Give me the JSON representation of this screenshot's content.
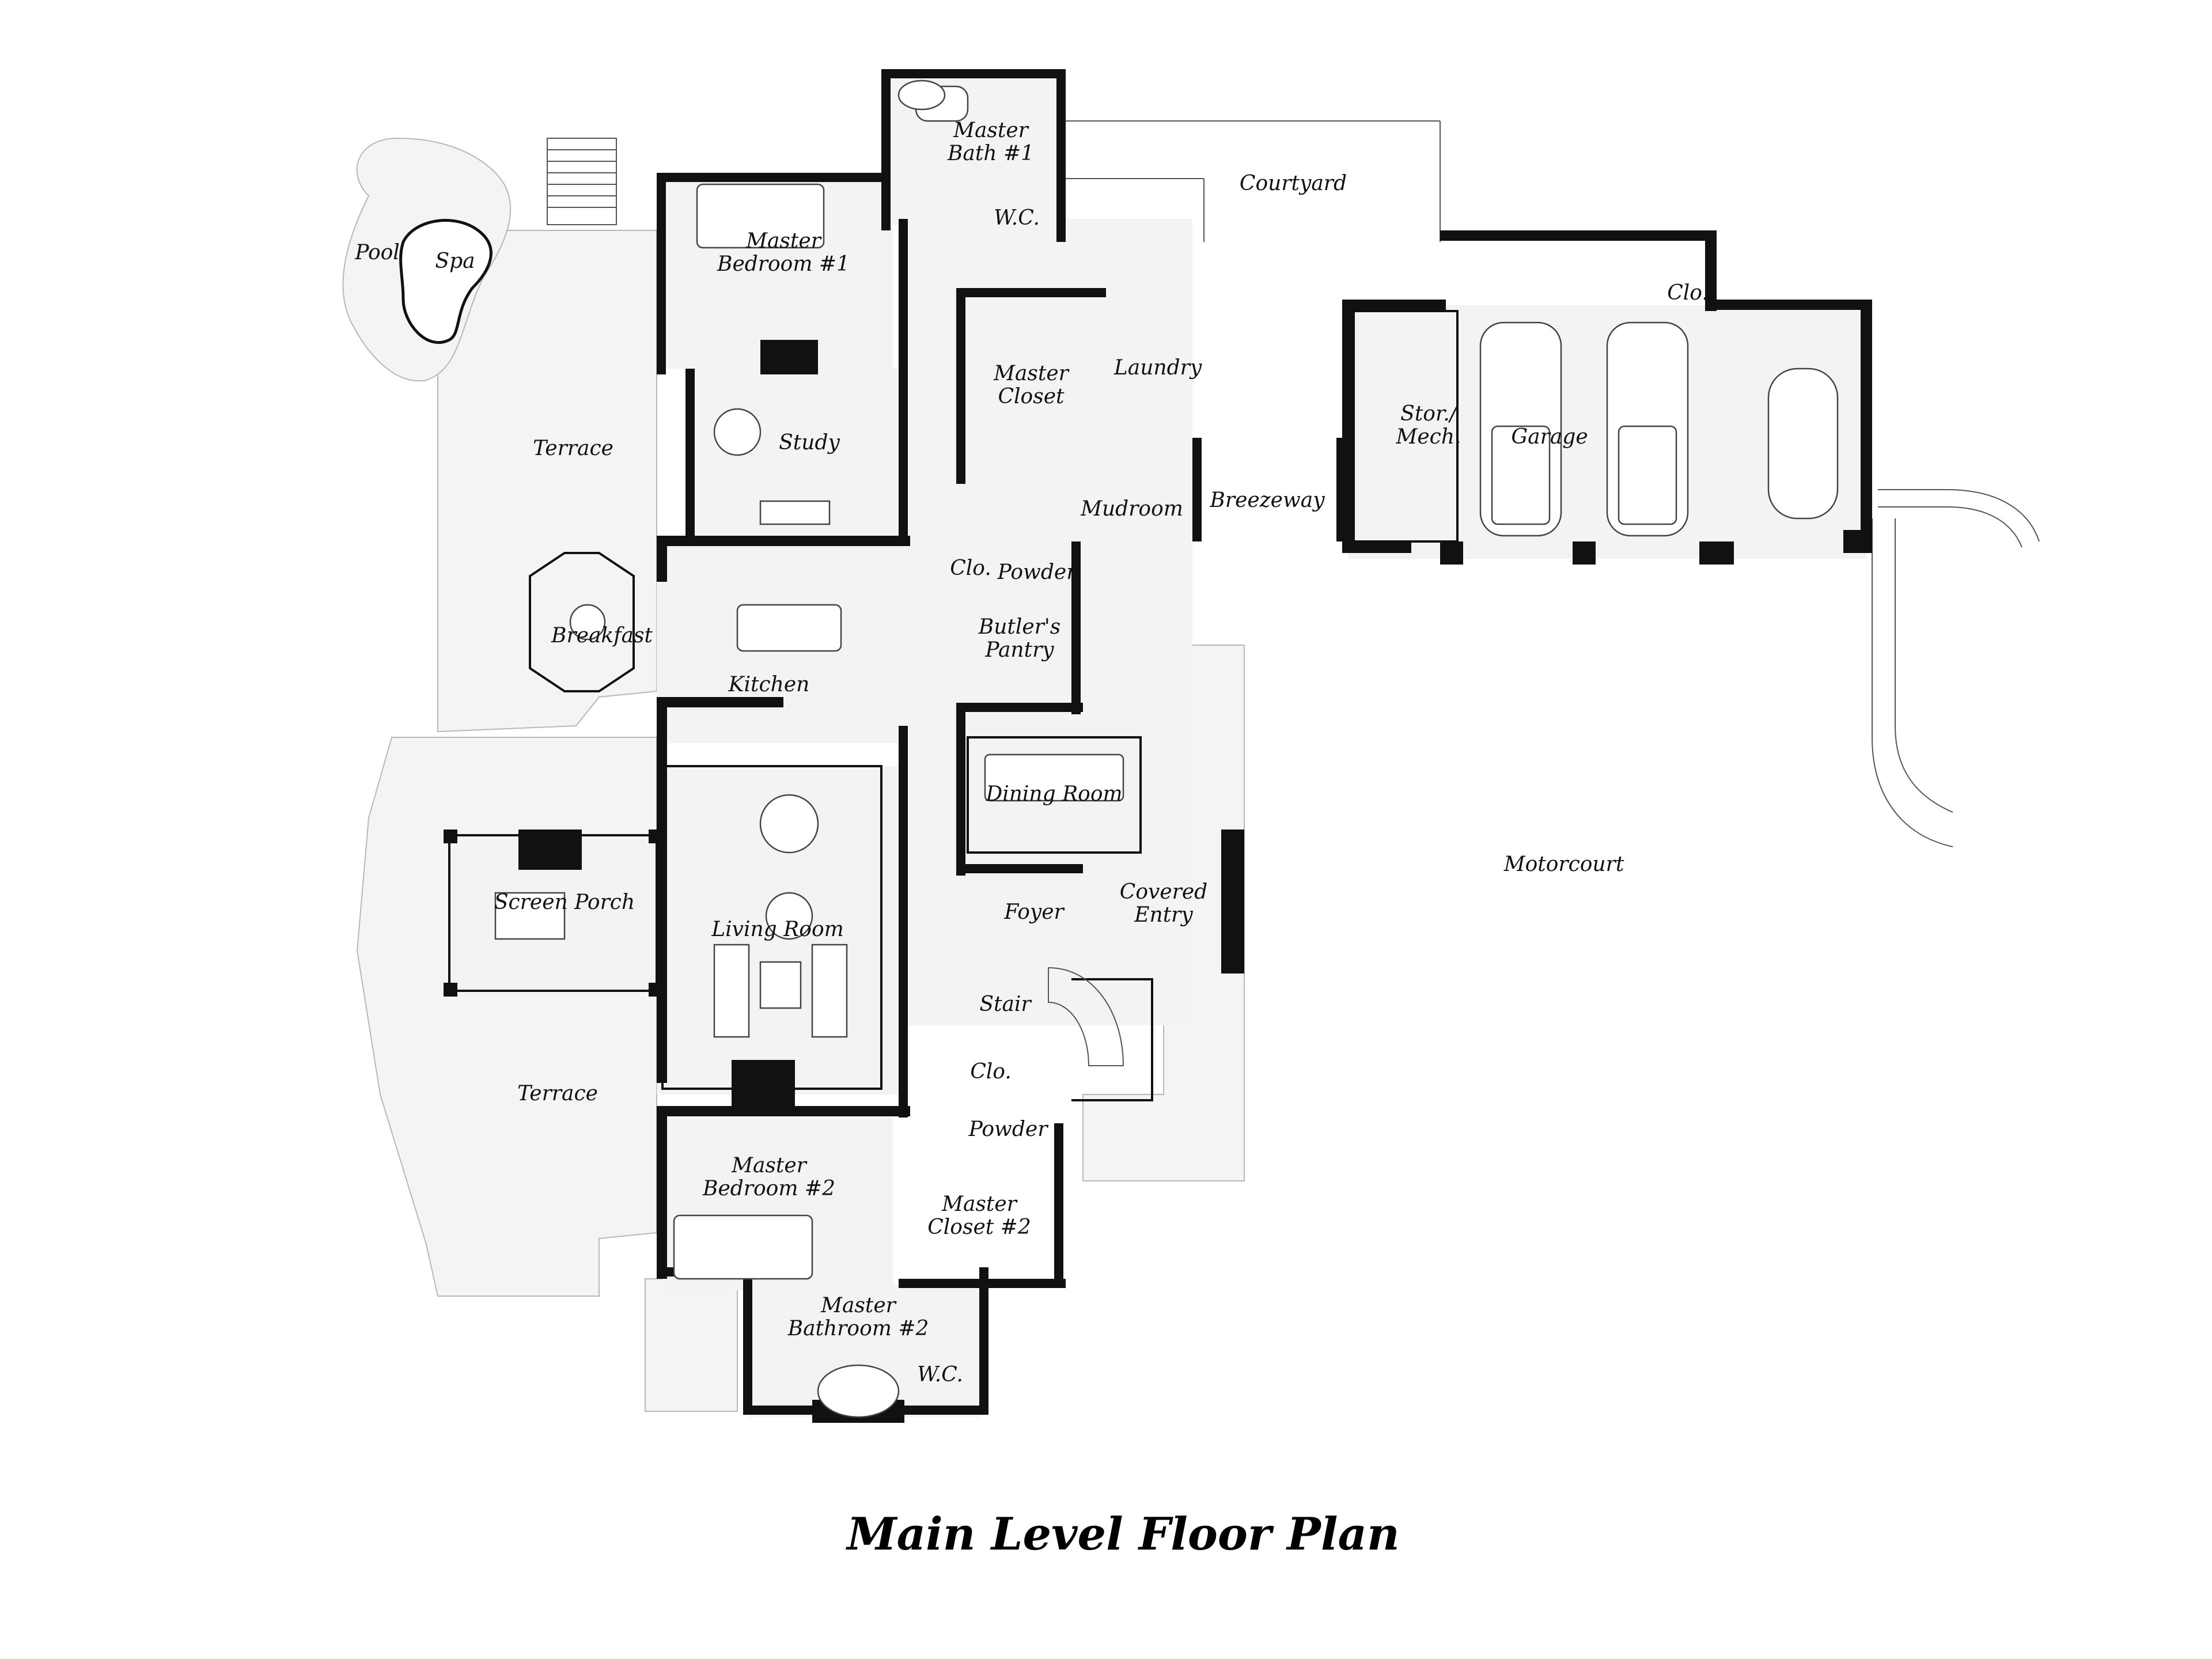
{
  "title": "Main Level Floor Plan",
  "rooms": [
    {
      "id": "master-bath-1",
      "lines": [
        "Master",
        "Bath #1"
      ]
    },
    {
      "id": "wc-1",
      "lines": [
        "W.C."
      ]
    },
    {
      "id": "master-bedroom-1",
      "lines": [
        "Master",
        "Bedroom #1"
      ]
    },
    {
      "id": "master-closet-1",
      "lines": [
        "Master",
        "Closet"
      ]
    },
    {
      "id": "laundry",
      "lines": [
        "Laundry"
      ]
    },
    {
      "id": "study",
      "lines": [
        "Study"
      ]
    },
    {
      "id": "mudroom",
      "lines": [
        "Mudroom"
      ]
    },
    {
      "id": "breezeway",
      "lines": [
        "Breezeway"
      ]
    },
    {
      "id": "stor-mech",
      "lines": [
        "Stor./",
        "Mech."
      ]
    },
    {
      "id": "garage",
      "lines": [
        "Garage"
      ]
    },
    {
      "id": "garage-closet",
      "lines": [
        "Clo."
      ]
    },
    {
      "id": "clo-kitchen",
      "lines": [
        "Clo."
      ]
    },
    {
      "id": "powder-1",
      "lines": [
        "Powder"
      ]
    },
    {
      "id": "breakfast",
      "lines": [
        "Breakfast"
      ]
    },
    {
      "id": "kitchen",
      "lines": [
        "Kitchen"
      ]
    },
    {
      "id": "butlers-pantry",
      "lines": [
        "Butler's",
        "Pantry"
      ]
    },
    {
      "id": "dining-room",
      "lines": [
        "Dining Room"
      ]
    },
    {
      "id": "screen-porch",
      "lines": [
        "Screen Porch"
      ]
    },
    {
      "id": "living-room",
      "lines": [
        "Living Room"
      ]
    },
    {
      "id": "foyer",
      "lines": [
        "Foyer"
      ]
    },
    {
      "id": "covered-entry",
      "lines": [
        "Covered",
        "Entry"
      ]
    },
    {
      "id": "stair",
      "lines": [
        "Stair"
      ]
    },
    {
      "id": "clo-stair",
      "lines": [
        "Clo."
      ]
    },
    {
      "id": "powder-2",
      "lines": [
        "Powder"
      ]
    },
    {
      "id": "master-bedroom-2",
      "lines": [
        "Master",
        "Bedroom #2"
      ]
    },
    {
      "id": "master-closet-2",
      "lines": [
        "Master",
        "Closet #2"
      ]
    },
    {
      "id": "master-bathroom-2",
      "lines": [
        "Master",
        "Bathroom #2"
      ]
    },
    {
      "id": "wc-2",
      "lines": [
        "W.C."
      ]
    }
  ],
  "outdoor": [
    {
      "id": "pool",
      "lines": [
        "Pool"
      ]
    },
    {
      "id": "spa",
      "lines": [
        "Spa"
      ]
    },
    {
      "id": "terrace-upper",
      "lines": [
        "Terrace"
      ]
    },
    {
      "id": "terrace-lower",
      "lines": [
        "Terrace"
      ]
    },
    {
      "id": "courtyard",
      "lines": [
        "Courtyard"
      ]
    },
    {
      "id": "motorcourt",
      "lines": [
        "Motorcourt"
      ]
    }
  ]
}
